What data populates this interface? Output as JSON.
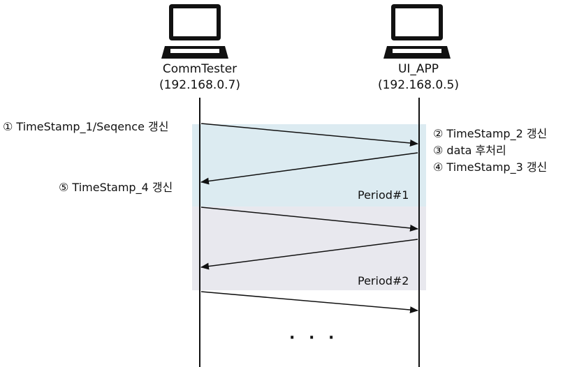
{
  "hosts": [
    {
      "name": "CommTester",
      "ip": "(192.168.0.7)",
      "icon": "computer-icon"
    },
    {
      "name": "UI_APP",
      "ip": "(192.168.0.5)",
      "icon": "computer-icon"
    }
  ],
  "steps": {
    "s1": "① TimeStamp_1/Seqence 갱신",
    "s2": "② TimeStamp_2 갱신",
    "s3": "③ data 후처리",
    "s4": "④ TimeStamp_3 갱신",
    "s5": "⑤ TimeStamp_4 갱신"
  },
  "periods": [
    {
      "label": "Period#1",
      "color": "#dcebf1"
    },
    {
      "label": "Period#2",
      "color": "#e8e8ee"
    }
  ],
  "ellipsis": "· · ·"
}
